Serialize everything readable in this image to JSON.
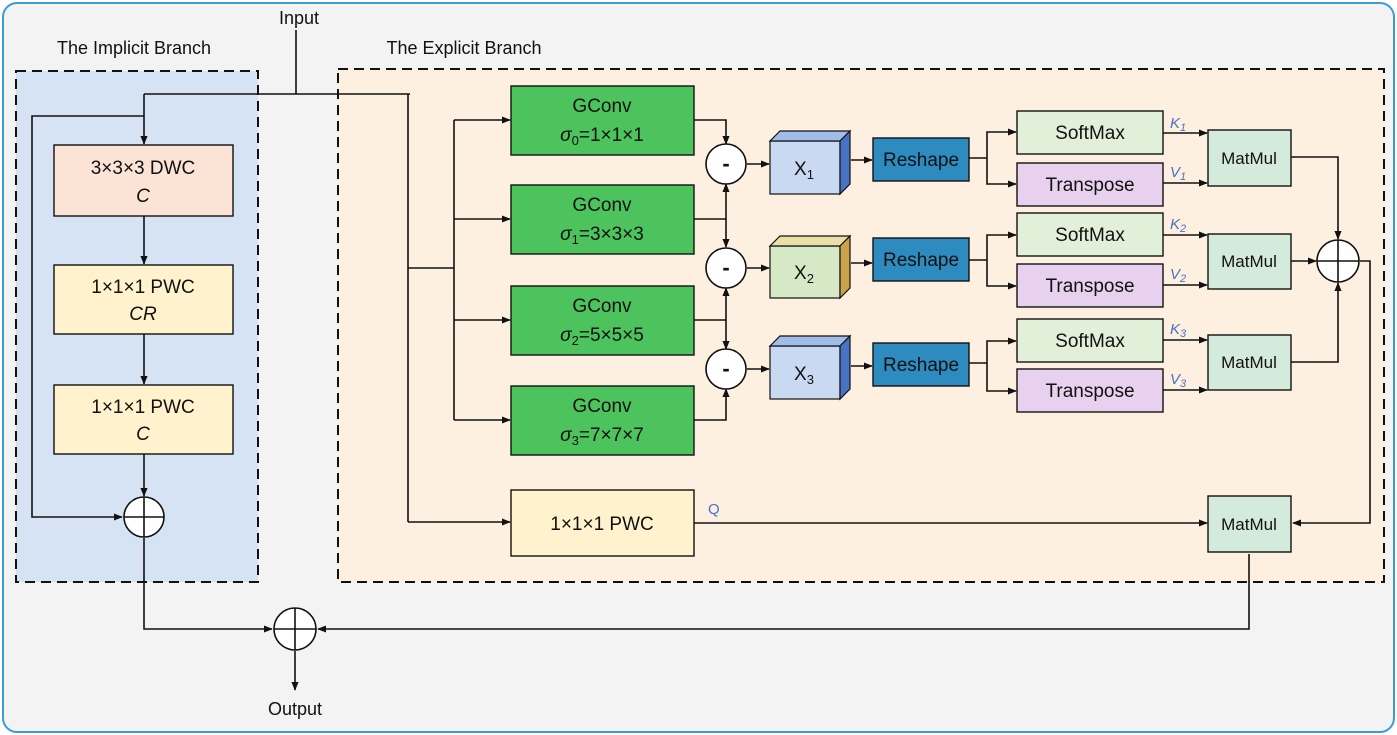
{
  "labels": {
    "input": "Input",
    "output": "Output",
    "implicit_branch": "The Implicit Branch",
    "explicit_branch": "The Explicit Branch"
  },
  "implicit": {
    "dwc_title": "3×3×3 DWC",
    "dwc_sub": "C",
    "pwc1_title": "1×1×1 PWC",
    "pwc1_sub": "CR",
    "pwc2_title": "1×1×1 PWC",
    "pwc2_sub": "C"
  },
  "gconv": [
    {
      "title": "GConv",
      "sigma": "σ",
      "sub": "0",
      "size": "=1×1×1"
    },
    {
      "title": "GConv",
      "sigma": "σ",
      "sub": "1",
      "size": "=3×3×3"
    },
    {
      "title": "GConv",
      "sigma": "σ",
      "sub": "2",
      "size": "=5×5×5"
    },
    {
      "title": "GConv",
      "sigma": "σ",
      "sub": "3",
      "size": "=7×7×7"
    }
  ],
  "minus_symbol": "-",
  "x_blocks": [
    {
      "base": "X",
      "sub": "1"
    },
    {
      "base": "X",
      "sub": "2"
    },
    {
      "base": "X",
      "sub": "3"
    }
  ],
  "reshape_label": "Reshape",
  "softmax_label": "SoftMax",
  "transpose_label": "Transpose",
  "matmul_label": "MatMul",
  "kv": [
    {
      "k": "K",
      "k_sub": "1",
      "v": "V",
      "v_sub": "1"
    },
    {
      "k": "K",
      "k_sub": "2",
      "v": "V",
      "v_sub": "2"
    },
    {
      "k": "K",
      "k_sub": "3",
      "v": "V",
      "v_sub": "3"
    }
  ],
  "q_pwc_label": "1×1×1 PWC",
  "q_label": "Q",
  "colors": {
    "frame_border": "#3a9bd6",
    "frame_bg": "#f3f3f3",
    "implicit_bg": "#d6e3f5",
    "explicit_bg": "#fdf0e0",
    "dwc_fill": "#fbe3d6",
    "pwc_fill": "#fff2cc",
    "gconv_fill": "#4cc35c",
    "reshape_fill": "#2e8bc0",
    "softmax_fill": "#e2f0d9",
    "transpose_fill": "#e8d1ef",
    "matmul_fill": "#d4eadb",
    "x1_fill": "#c9d9f2",
    "x2_fill": "#d6e9c6",
    "x3_fill": "#c9d9f2",
    "symbol_blue": "#4a72c4"
  }
}
